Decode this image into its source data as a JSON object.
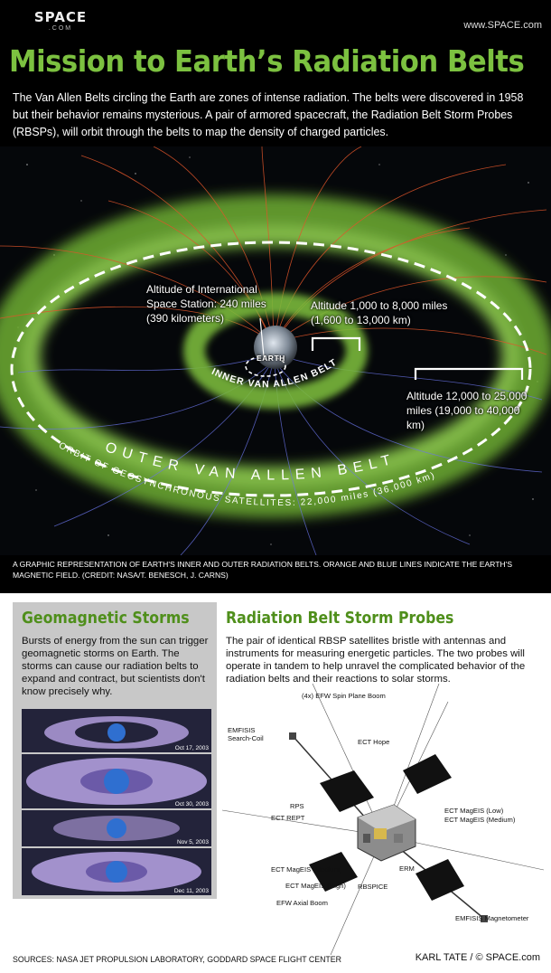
{
  "header": {
    "logo_text": "SPACE",
    "logo_suffix": ".COM",
    "site_url": "www.SPACE.com",
    "title": "Mission to Earth’s Radiation Belts",
    "intro": "The Van Allen Belts circling the Earth are zones of intense radiation. The belts were discovered in 1958 but their behavior remains mysterious. A pair of armored spacecraft, the Radiation Belt Storm Probes (RBSPs), will orbit through the belts to map the density of charged particles."
  },
  "belts": {
    "iss_altitude": "Altitude of International Space Station: 240 miles (390 kilometers)",
    "inner_altitude": "Altitude 1,000 to 8,000 miles (1,600 to 13,000 km)",
    "outer_altitude": "Altitude 12,000 to 25,000 miles (19,000 to 40,000 km)",
    "earth_label": "EARTH",
    "inner_belt_label": "INNER VAN ALLEN BELT",
    "outer_belt_label": "OUTER VAN ALLEN BELT",
    "geo_orbit_label": "ORBIT OF GEOSYNCHRONOUS SATELLITES: 22,000 miles (36,000 km)",
    "caption": "A graphic representation of Earth's inner and outer radiation belts. Orange and blue  lines indicate the Earth's magnetic field. (Credit: NASA/T. Benesch, J. Carns)",
    "colors": {
      "belt_green": "#7fc13d",
      "field_orange": "#e0552a",
      "field_blue": "#6a74e8"
    }
  },
  "geomagnetic": {
    "title": "Geomagnetic Storms",
    "text": "Bursts of energy from the sun can trigger geomagnetic storms on Earth. The storms can cause our radiation belts to expand and contract, but scientists don't know precisely why.",
    "storms": [
      {
        "date": "Oct 17, 2003"
      },
      {
        "date": "Oct 30, 2003"
      },
      {
        "date": "Nov 5, 2003"
      },
      {
        "date": "Dec 11, 2003"
      }
    ]
  },
  "probes": {
    "title": "Radiation Belt Storm Probes",
    "text": "The pair of identical RBSP satellites bristle with antennas and instruments for measuring energetic particles. The two probes will operate in tandem to help unravel the complicated behavior of the radiation belts and their reactions to solar storms.",
    "labels": {
      "spin_boom": "(4x) EFW Spin Plane Boom",
      "emfisis_coil": "EMFISIS",
      "emfisis_coil_2": "Search-Coil",
      "ect_hope": "ECT Hope",
      "rps": "RPS",
      "ect_rept": "ECT REPT",
      "magEIS_low": "ECT MagEIS (Low)",
      "magEIS_medium_r": "ECT MagEIS (Medium)",
      "erm": "ERM",
      "magEIS_medium_l": "ECT MagEIS (Medium)",
      "magEIS_high": "ECT MagEIS (High)",
      "rbspice": "RBSPICE",
      "efw_axial": "EFW Axial Boom",
      "emfisis_mag": "EMFISIS Magnetometer"
    }
  },
  "footer": {
    "sources": "Sources: NASA Jet Propulsion Laboratory, Goddard Space Flight Center",
    "credit": "KARL TATE / © SPACE.com"
  }
}
